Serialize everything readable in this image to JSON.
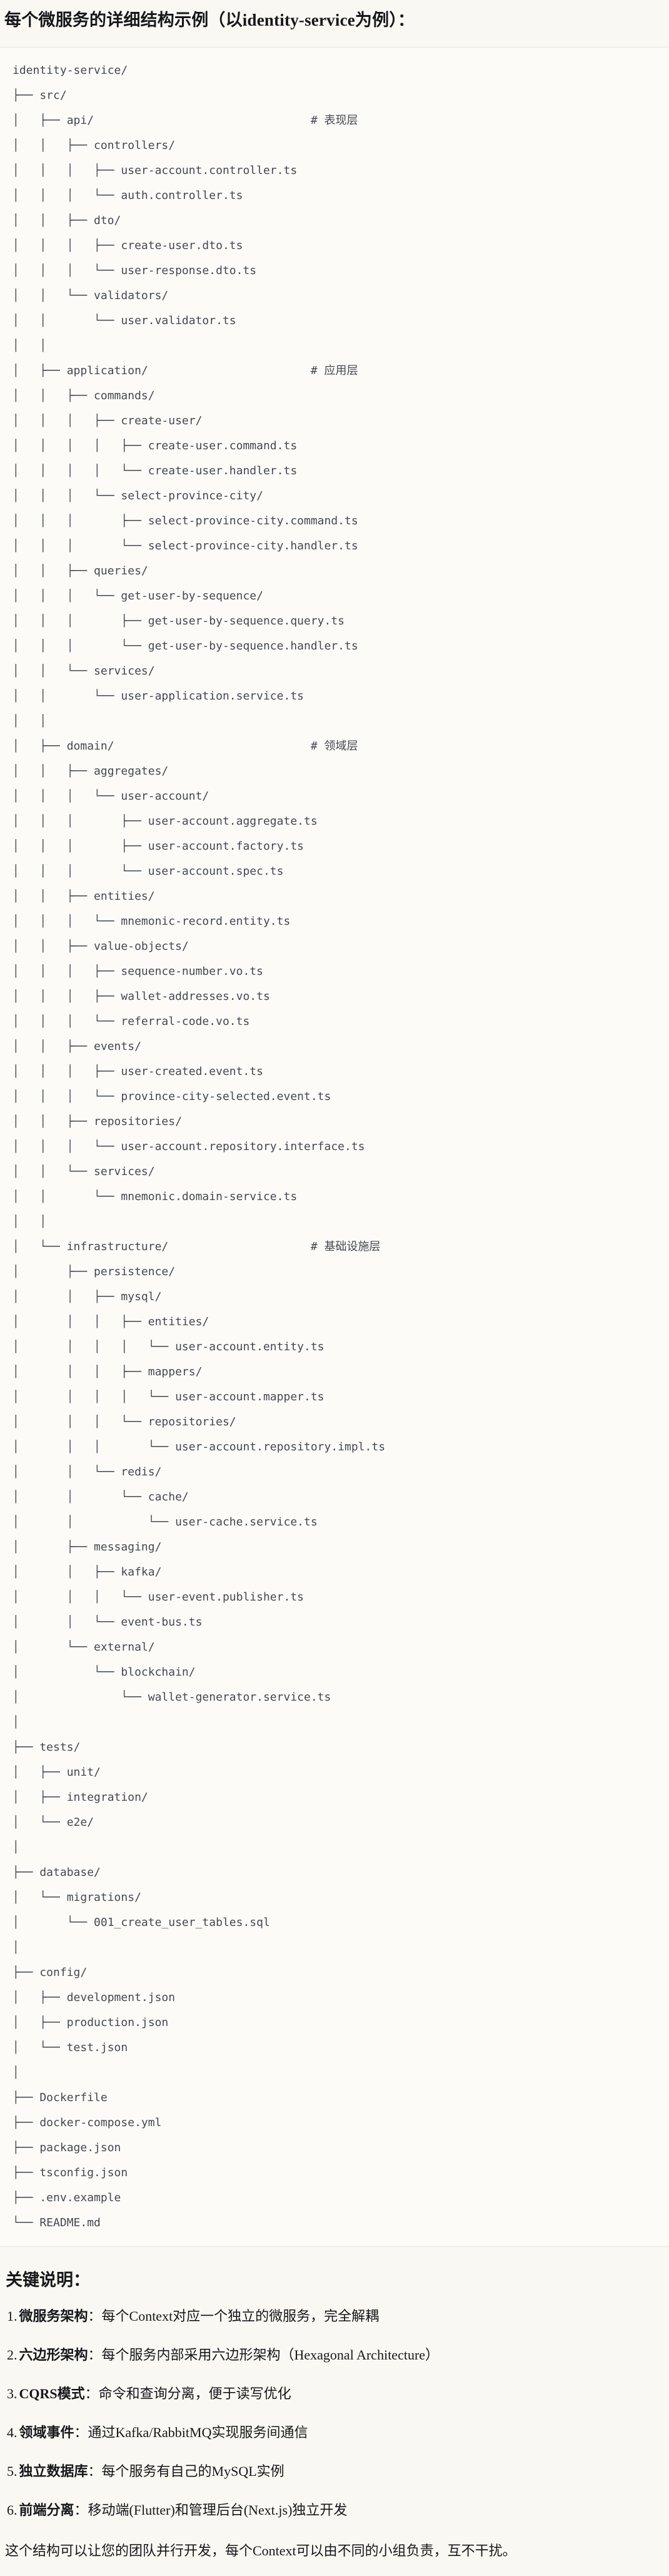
{
  "header": {
    "title": "每个微服务的详细结构示例（以identity-service为例）："
  },
  "tree": {
    "lines": [
      "identity-service/",
      "├── src/",
      "│   ├── api/                                # 表现层",
      "│   │   ├── controllers/",
      "│   │   │   ├── user-account.controller.ts",
      "│   │   │   └── auth.controller.ts",
      "│   │   ├── dto/",
      "│   │   │   ├── create-user.dto.ts",
      "│   │   │   └── user-response.dto.ts",
      "│   │   └── validators/",
      "│   │       └── user.validator.ts",
      "│   │",
      "│   ├── application/                        # 应用层",
      "│   │   ├── commands/",
      "│   │   │   ├── create-user/",
      "│   │   │   │   ├── create-user.command.ts",
      "│   │   │   │   └── create-user.handler.ts",
      "│   │   │   └── select-province-city/",
      "│   │   │       ├── select-province-city.command.ts",
      "│   │   │       └── select-province-city.handler.ts",
      "│   │   ├── queries/",
      "│   │   │   └── get-user-by-sequence/",
      "│   │   │       ├── get-user-by-sequence.query.ts",
      "│   │   │       └── get-user-by-sequence.handler.ts",
      "│   │   └── services/",
      "│   │       └── user-application.service.ts",
      "│   │",
      "│   ├── domain/                             # 领域层",
      "│   │   ├── aggregates/",
      "│   │   │   └── user-account/",
      "│   │   │       ├── user-account.aggregate.ts",
      "│   │   │       ├── user-account.factory.ts",
      "│   │   │       └── user-account.spec.ts",
      "│   │   ├── entities/",
      "│   │   │   └── mnemonic-record.entity.ts",
      "│   │   ├── value-objects/",
      "│   │   │   ├── sequence-number.vo.ts",
      "│   │   │   ├── wallet-addresses.vo.ts",
      "│   │   │   └── referral-code.vo.ts",
      "│   │   ├── events/",
      "│   │   │   ├── user-created.event.ts",
      "│   │   │   └── province-city-selected.event.ts",
      "│   │   ├── repositories/",
      "│   │   │   └── user-account.repository.interface.ts",
      "│   │   └── services/",
      "│   │       └── mnemonic.domain-service.ts",
      "│   │",
      "│   └── infrastructure/                     # 基础设施层",
      "│       ├── persistence/",
      "│       │   ├── mysql/",
      "│       │   │   ├── entities/",
      "│       │   │   │   └── user-account.entity.ts",
      "│       │   │   ├── mappers/",
      "│       │   │   │   └── user-account.mapper.ts",
      "│       │   │   └── repositories/",
      "│       │   │       └── user-account.repository.impl.ts",
      "│       │   └── redis/",
      "│       │       └── cache/",
      "│       │           └── user-cache.service.ts",
      "│       ├── messaging/",
      "│       │   ├── kafka/",
      "│       │   │   └── user-event.publisher.ts",
      "│       │   └── event-bus.ts",
      "│       └── external/",
      "│           └── blockchain/",
      "│               └── wallet-generator.service.ts",
      "│",
      "├── tests/",
      "│   ├── unit/",
      "│   ├── integration/",
      "│   └── e2e/",
      "│",
      "├── database/",
      "│   └── migrations/",
      "│       └── 001_create_user_tables.sql",
      "│",
      "├── config/",
      "│   ├── development.json",
      "│   ├── production.json",
      "│   └── test.json",
      "│",
      "├── Dockerfile",
      "├── docker-compose.yml",
      "├── package.json",
      "├── tsconfig.json",
      "├── .env.example",
      "└── README.md"
    ]
  },
  "notes": {
    "heading": "关键说明：",
    "items": [
      {
        "marker": "1.",
        "label": "微服务架构",
        "text": "：每个Context对应一个独立的微服务，完全解耦"
      },
      {
        "marker": "2.",
        "label": "六边形架构",
        "text": "：每个服务内部采用六边形架构（Hexagonal Architecture）"
      },
      {
        "marker": "3.",
        "label": "CQRS模式",
        "text": "：命令和查询分离，便于读写优化"
      },
      {
        "marker": "4.",
        "label": "领域事件",
        "text": "：通过Kafka/RabbitMQ实现服务间通信"
      },
      {
        "marker": "5.",
        "label": "独立数据库",
        "text": "：每个服务有自己的MySQL实例"
      },
      {
        "marker": "6.",
        "label": "前端分离",
        "text": "：移动端(Flutter)和管理后台(Next.js)独立开发"
      }
    ],
    "footer": "这个结构可以让您的团队并行开发，每个Context可以由不同的小组负责，互不干扰。"
  }
}
